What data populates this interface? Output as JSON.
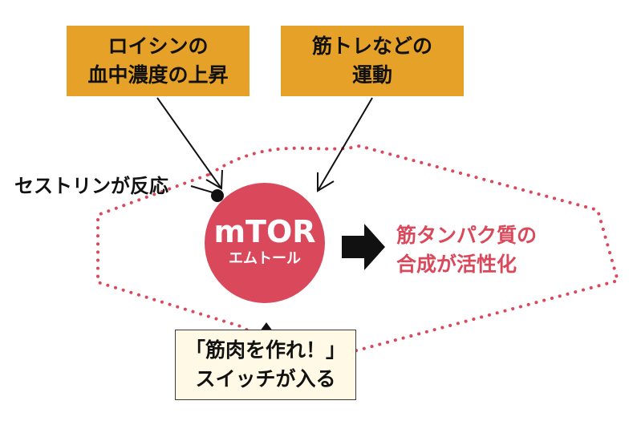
{
  "boxes": {
    "leucine": {
      "line1": "ロイシンの",
      "line2": "血中濃度の上昇"
    },
    "exercise": {
      "line1": "筋トレなどの",
      "line2": "運動"
    },
    "switch": {
      "line1": "「筋肉を作れ！」",
      "line2": "スイッチが入る"
    }
  },
  "sestrin_label": "セストリンが反応",
  "mtor": {
    "title": "mTOR",
    "subtitle": "エムトール"
  },
  "result": {
    "line1": "筋タンパク質の",
    "line2": "合成が活性化"
  },
  "colors": {
    "box_fill": "#E5A128",
    "mtor_red": "#D9495B",
    "dotted_outline": "#D9495B",
    "switch_fill": "#FFF9E6",
    "text_dark": "#111111"
  }
}
